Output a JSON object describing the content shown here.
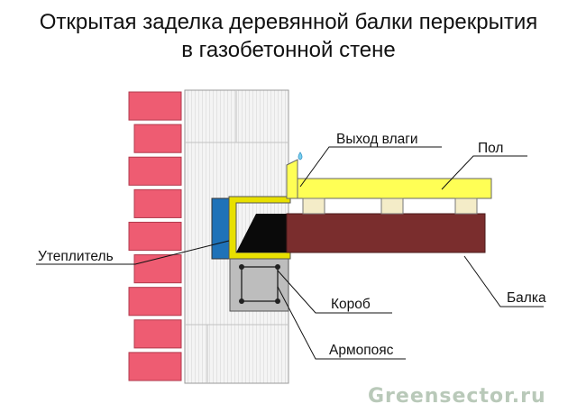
{
  "title": {
    "line1": "Открытая заделка деревянной балки перекрытия",
    "line2": "в газобетонной стене"
  },
  "labels": {
    "moisture_outlet": "Выход влаги",
    "floor": "Пол",
    "insulation": "Утеплитель",
    "box": "Короб",
    "beam": "Балка",
    "reinforcing_belt": "Армопояс"
  },
  "watermark": "Greensector.ru",
  "colors": {
    "brick": "#ee5c72",
    "aerated_concrete": "#f1f1f1",
    "floor_board": "#ffff55",
    "beam": "#7a2d2d",
    "insulation": "#1f72b8",
    "box_liner": "#e8e000",
    "reinforced_concrete": "#bdbdbd",
    "leader_line": "#111111",
    "watermark": "#b9c9b9"
  }
}
